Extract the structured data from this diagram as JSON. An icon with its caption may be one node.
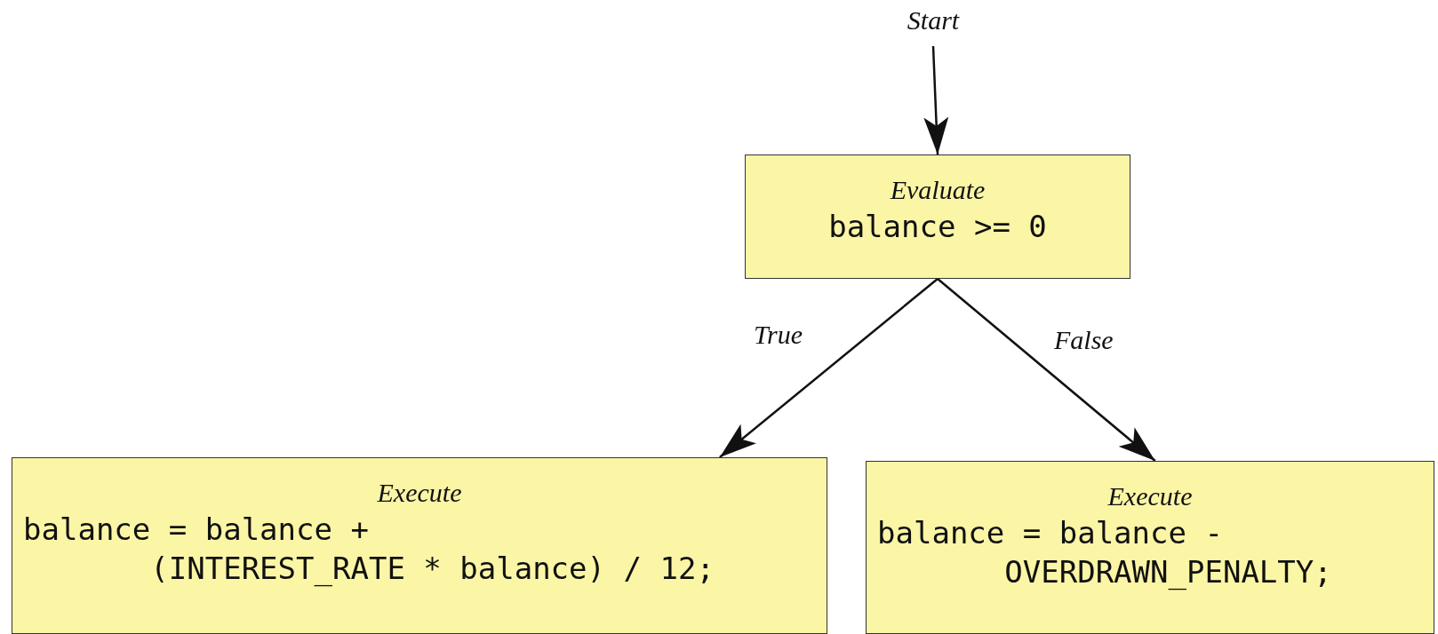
{
  "diagram": {
    "nodes": [
      {
        "text": [
          "Start"
        ]
      },
      {
        "text": [
          "Evaluate",
          "balance >= 0"
        ]
      },
      {
        "text": [
          "Execute",
          "balance = balance + (INTEREST_RATE * balance) / 12;"
        ]
      },
      {
        "text": [
          "Execute",
          "balance = balance - OVERDRAWN_PENALTY;"
        ]
      }
    ],
    "edges": [
      {
        "from": 0,
        "to": 1,
        "arrow": "to"
      },
      {
        "from": 1,
        "to": 2,
        "arrow": "to",
        "label": "True"
      },
      {
        "from": 1,
        "to": 3,
        "arrow": "to",
        "label": "False"
      }
    ]
  }
}
